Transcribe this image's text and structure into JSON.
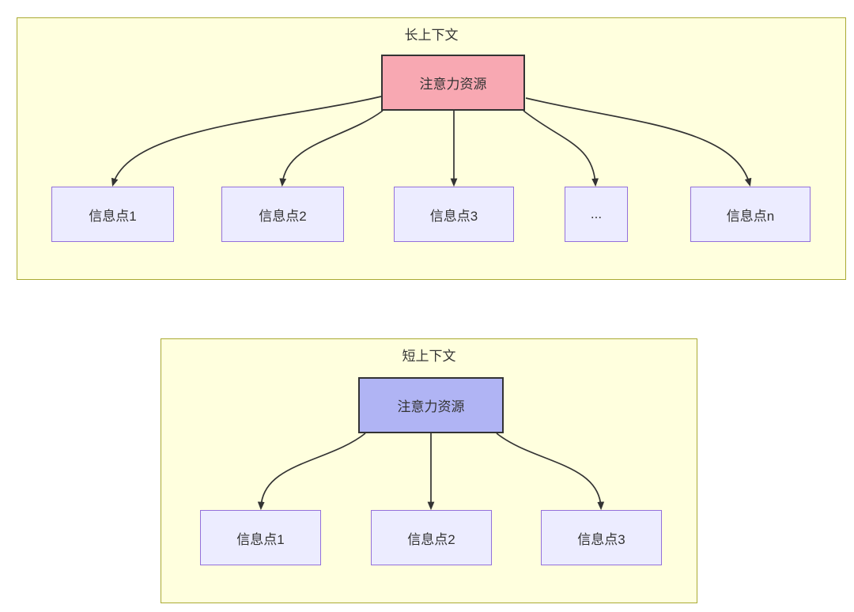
{
  "clusters": [
    {
      "title": "长上下文",
      "root_label": "注意力资源",
      "children": [
        "信息点1",
        "信息点2",
        "信息点3",
        "...",
        "信息点n"
      ]
    },
    {
      "title": "短上下文",
      "root_label": "注意力资源",
      "children": [
        "信息点1",
        "信息点2",
        "信息点3"
      ]
    }
  ],
  "colors": {
    "page_bg": "#ffffff",
    "cluster_fill": "#ffffde",
    "cluster_border": "#aaaa33",
    "node_fill": "#ececff",
    "node_border": "#9370db",
    "root_long_fill": "#f8a8b2",
    "root_short_fill": "#b0b4f4",
    "root_border": "#333333",
    "arrow_color": "#333333",
    "text_color": "#333333"
  }
}
